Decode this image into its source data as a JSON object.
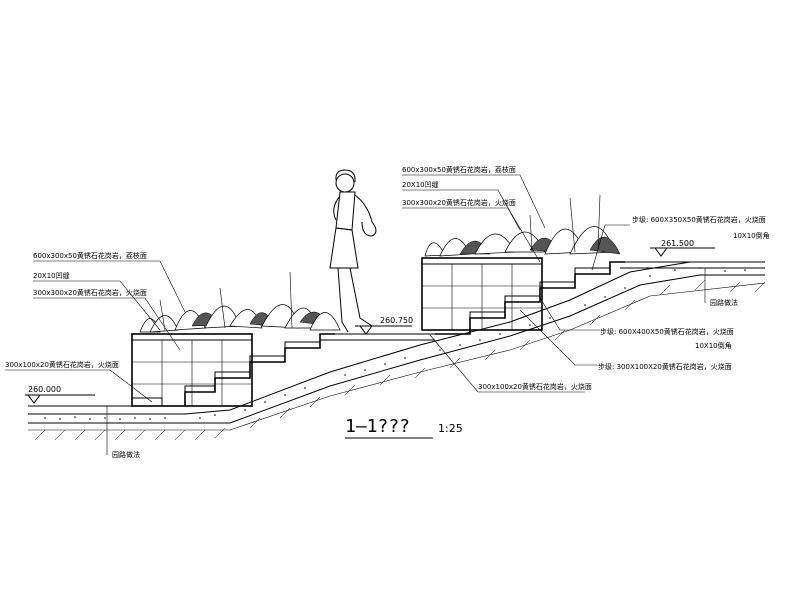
{
  "drawing": {
    "title": "1—1???",
    "scale": "1:25",
    "elevations": {
      "low": "260.000",
      "mid": "260.750",
      "high": "261.500"
    },
    "left_planter_notes": [
      "600x300x50黄锈石花岗岩，荔枝面",
      "20X10凹缝",
      "300x300x20黄锈石花岗岩，火烧面"
    ],
    "left_base_note": "300x100x20黄锈石花岗岩，火烧面",
    "right_planter_notes": [
      "600x300x50黄锈石花岗岩，荔枝面",
      "20X10凹缝",
      "300x300x20黄锈石花岗岩，火烧面"
    ],
    "top_step_note": "步级: 600X350X50黄锈石花岗岩，火烧面",
    "top_step_chamfer": "10X10倒角",
    "mid_step_note": "步级: 600X400X50黄锈石花岗岩，火烧面",
    "mid_step_chamfer": "10X10倒角",
    "riser_note": "步级: 300X100X20黄锈石花岗岩，火烧面",
    "center_riser_note": "300x100x20黄锈石花岗岩，火烧面",
    "left_ground_note": "园路做法",
    "right_ground_note": "园路做法"
  }
}
